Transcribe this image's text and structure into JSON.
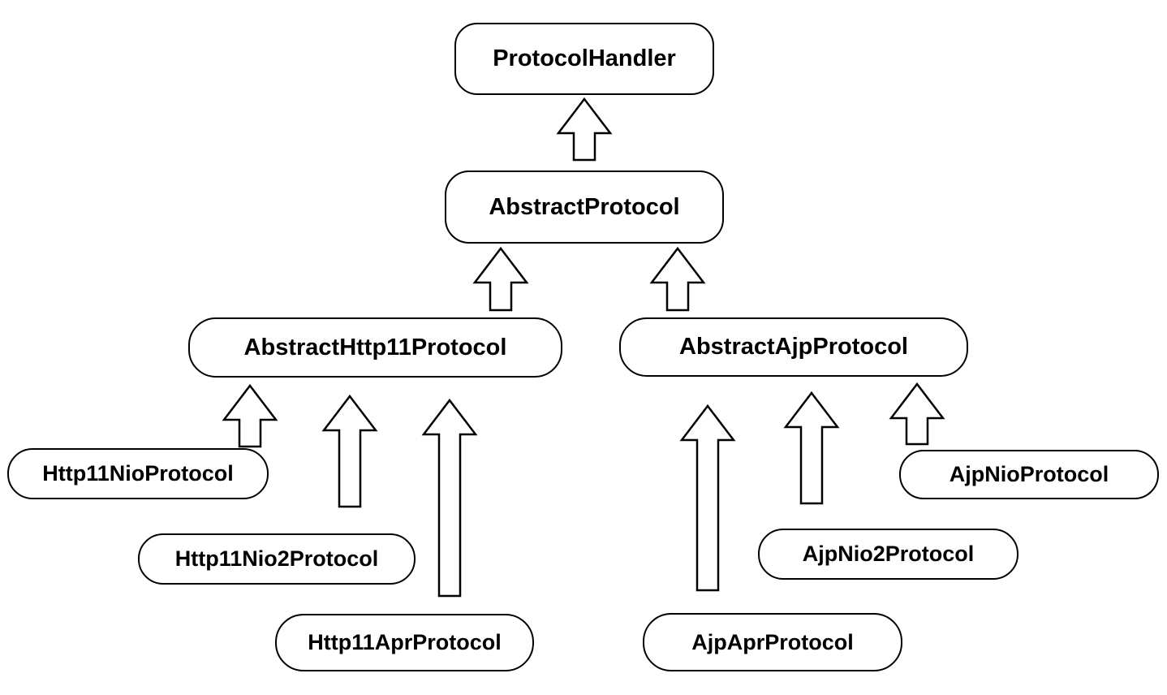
{
  "diagram": {
    "type": "class-inheritance-hierarchy",
    "colors": {
      "background": "#ffffff",
      "node_fill": "#ffffff",
      "node_border": "#000000",
      "text": "#000000"
    },
    "nodes": {
      "protocol_handler": {
        "label": "ProtocolHandler"
      },
      "abstract_protocol": {
        "label": "AbstractProtocol"
      },
      "abstract_http11_protocol": {
        "label": "AbstractHttp11Protocol"
      },
      "abstract_ajp_protocol": {
        "label": "AbstractAjpProtocol"
      },
      "http11_nio_protocol": {
        "label": "Http11NioProtocol"
      },
      "http11_nio2_protocol": {
        "label": "Http11Nio2Protocol"
      },
      "http11_apr_protocol": {
        "label": "Http11AprProtocol"
      },
      "ajp_apr_protocol": {
        "label": "AjpAprProtocol"
      },
      "ajp_nio2_protocol": {
        "label": "AjpNio2Protocol"
      },
      "ajp_nio_protocol": {
        "label": "AjpNioProtocol"
      }
    },
    "edges": [
      {
        "from": "AbstractProtocol",
        "to": "ProtocolHandler"
      },
      {
        "from": "AbstractHttp11Protocol",
        "to": "AbstractProtocol"
      },
      {
        "from": "AbstractAjpProtocol",
        "to": "AbstractProtocol"
      },
      {
        "from": "Http11NioProtocol",
        "to": "AbstractHttp11Protocol"
      },
      {
        "from": "Http11Nio2Protocol",
        "to": "AbstractHttp11Protocol"
      },
      {
        "from": "Http11AprProtocol",
        "to": "AbstractHttp11Protocol"
      },
      {
        "from": "AjpAprProtocol",
        "to": "AbstractAjpProtocol"
      },
      {
        "from": "AjpNio2Protocol",
        "to": "AbstractAjpProtocol"
      },
      {
        "from": "AjpNioProtocol",
        "to": "AbstractAjpProtocol"
      }
    ]
  }
}
